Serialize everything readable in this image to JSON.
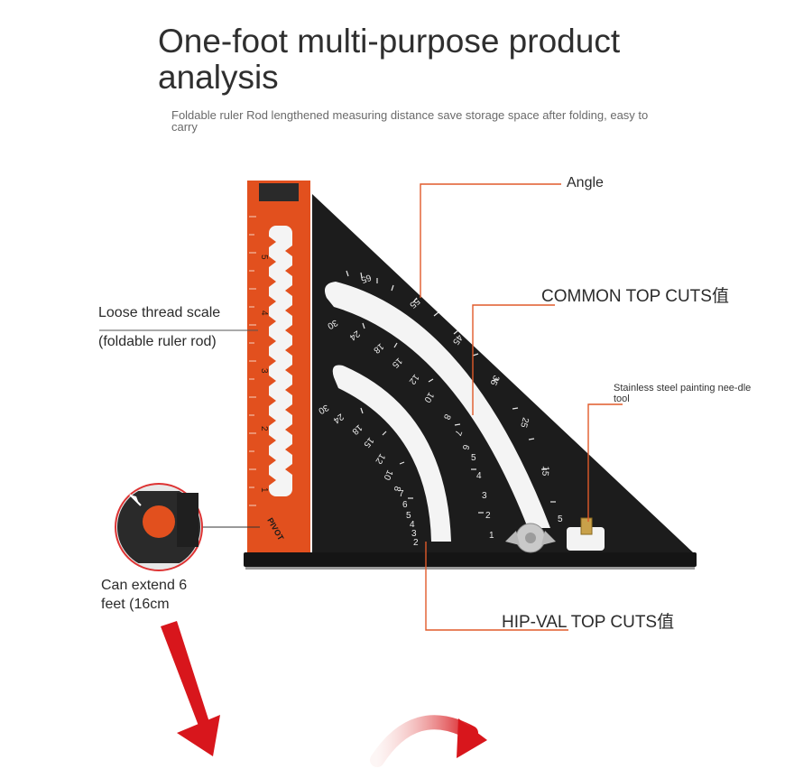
{
  "header": {
    "title": "One-foot multi-purpose product analysis",
    "subtitle": "Foldable ruler Rod lengthened measuring distance save storage space after folding, easy to carry"
  },
  "callouts": {
    "angle": "Angle",
    "common_top_cuts": "COMMON TOP CUTS值",
    "stainless_needle": "Stainless steel painting nee-dle tool",
    "loose_thread_line1": "Loose thread scale",
    "loose_thread_line2": "(foldable ruler rod)",
    "hip_val_top_cuts": "HIP-VAL TOP CUTS值",
    "extend_line1": "Can extend 6",
    "extend_line2": "feet (16cm"
  },
  "ruler": {
    "pivot_label": "PIVOT",
    "rod_numbers": [
      "5",
      "4",
      "3",
      "2",
      "1"
    ],
    "outer_arc_numbers": [
      "65",
      "55",
      "45",
      "35",
      "25",
      "15",
      "5"
    ],
    "middle_arc_numbers": [
      "30",
      "24",
      "18",
      "15",
      "12",
      "10",
      "8",
      "7",
      "6",
      "5",
      "4",
      "3",
      "2",
      "1"
    ],
    "inner_arc_numbers": [
      "30",
      "24",
      "18",
      "15",
      "12",
      "10",
      "8",
      "7",
      "6",
      "5",
      "4",
      "3",
      "2"
    ]
  },
  "colors": {
    "rod_orange": "#e2501e",
    "body_black": "#1b1b1b",
    "leader_orange": "#e05a2a",
    "arrow_red": "#d8161c"
  }
}
